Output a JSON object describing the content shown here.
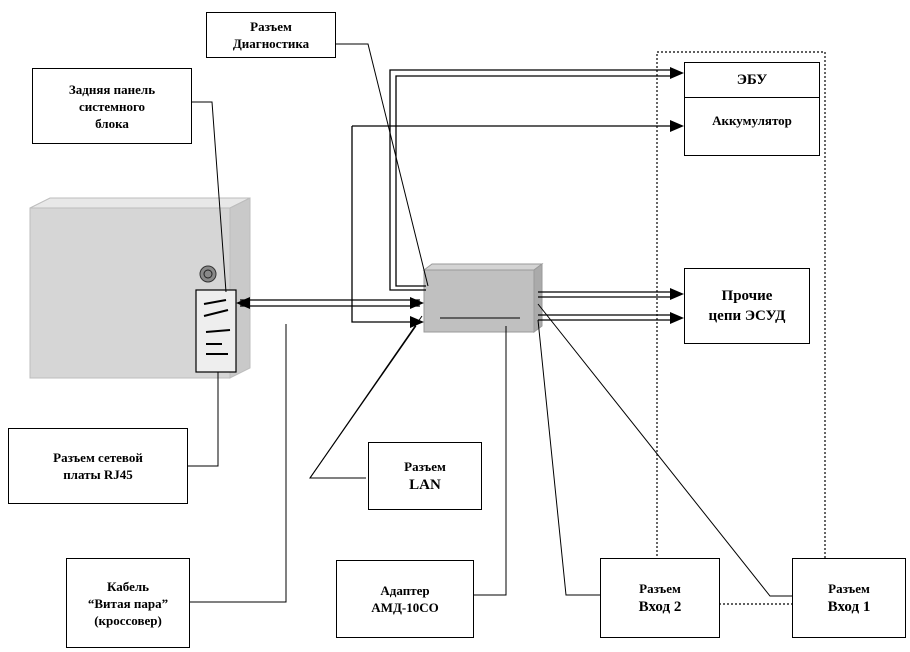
{
  "labels": {
    "diag": [
      "Разъем",
      "Диагностика"
    ],
    "panel": [
      "Задняя панель",
      "системного",
      "блока"
    ],
    "ecu": "ЭБУ",
    "battery": "Аккумулятор",
    "other": [
      "Прочие",
      "цепи ЭСУД"
    ],
    "rj45": [
      "Разъем сетевой",
      "платы RJ45"
    ],
    "lan": [
      "Разъем",
      "LAN"
    ],
    "cable": [
      "Кабель",
      "“Витая пара”",
      "(кроссовер)"
    ],
    "adapter": [
      "Адаптер",
      "АМД-10СО"
    ],
    "in2": [
      "Разъем",
      "Вход 2"
    ],
    "in1": [
      "Разъем",
      "Вход 1"
    ]
  },
  "colors": {
    "pc_front": "#d6d6d6",
    "pc_top": "#e8e8e8",
    "pc_side": "#c9c9c9",
    "adapter_body": "#c0c0c0",
    "adapter_top": "#d4d4d4"
  }
}
